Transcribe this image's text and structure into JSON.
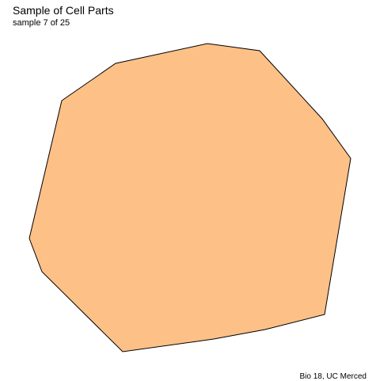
{
  "header": {
    "title": "Sample of Cell Parts",
    "subtitle": "sample 7 of 25"
  },
  "footer": {
    "caption": "Bio 18, UC Merced"
  },
  "shape": {
    "fill": "#FDC086",
    "stroke": "#000000"
  }
}
